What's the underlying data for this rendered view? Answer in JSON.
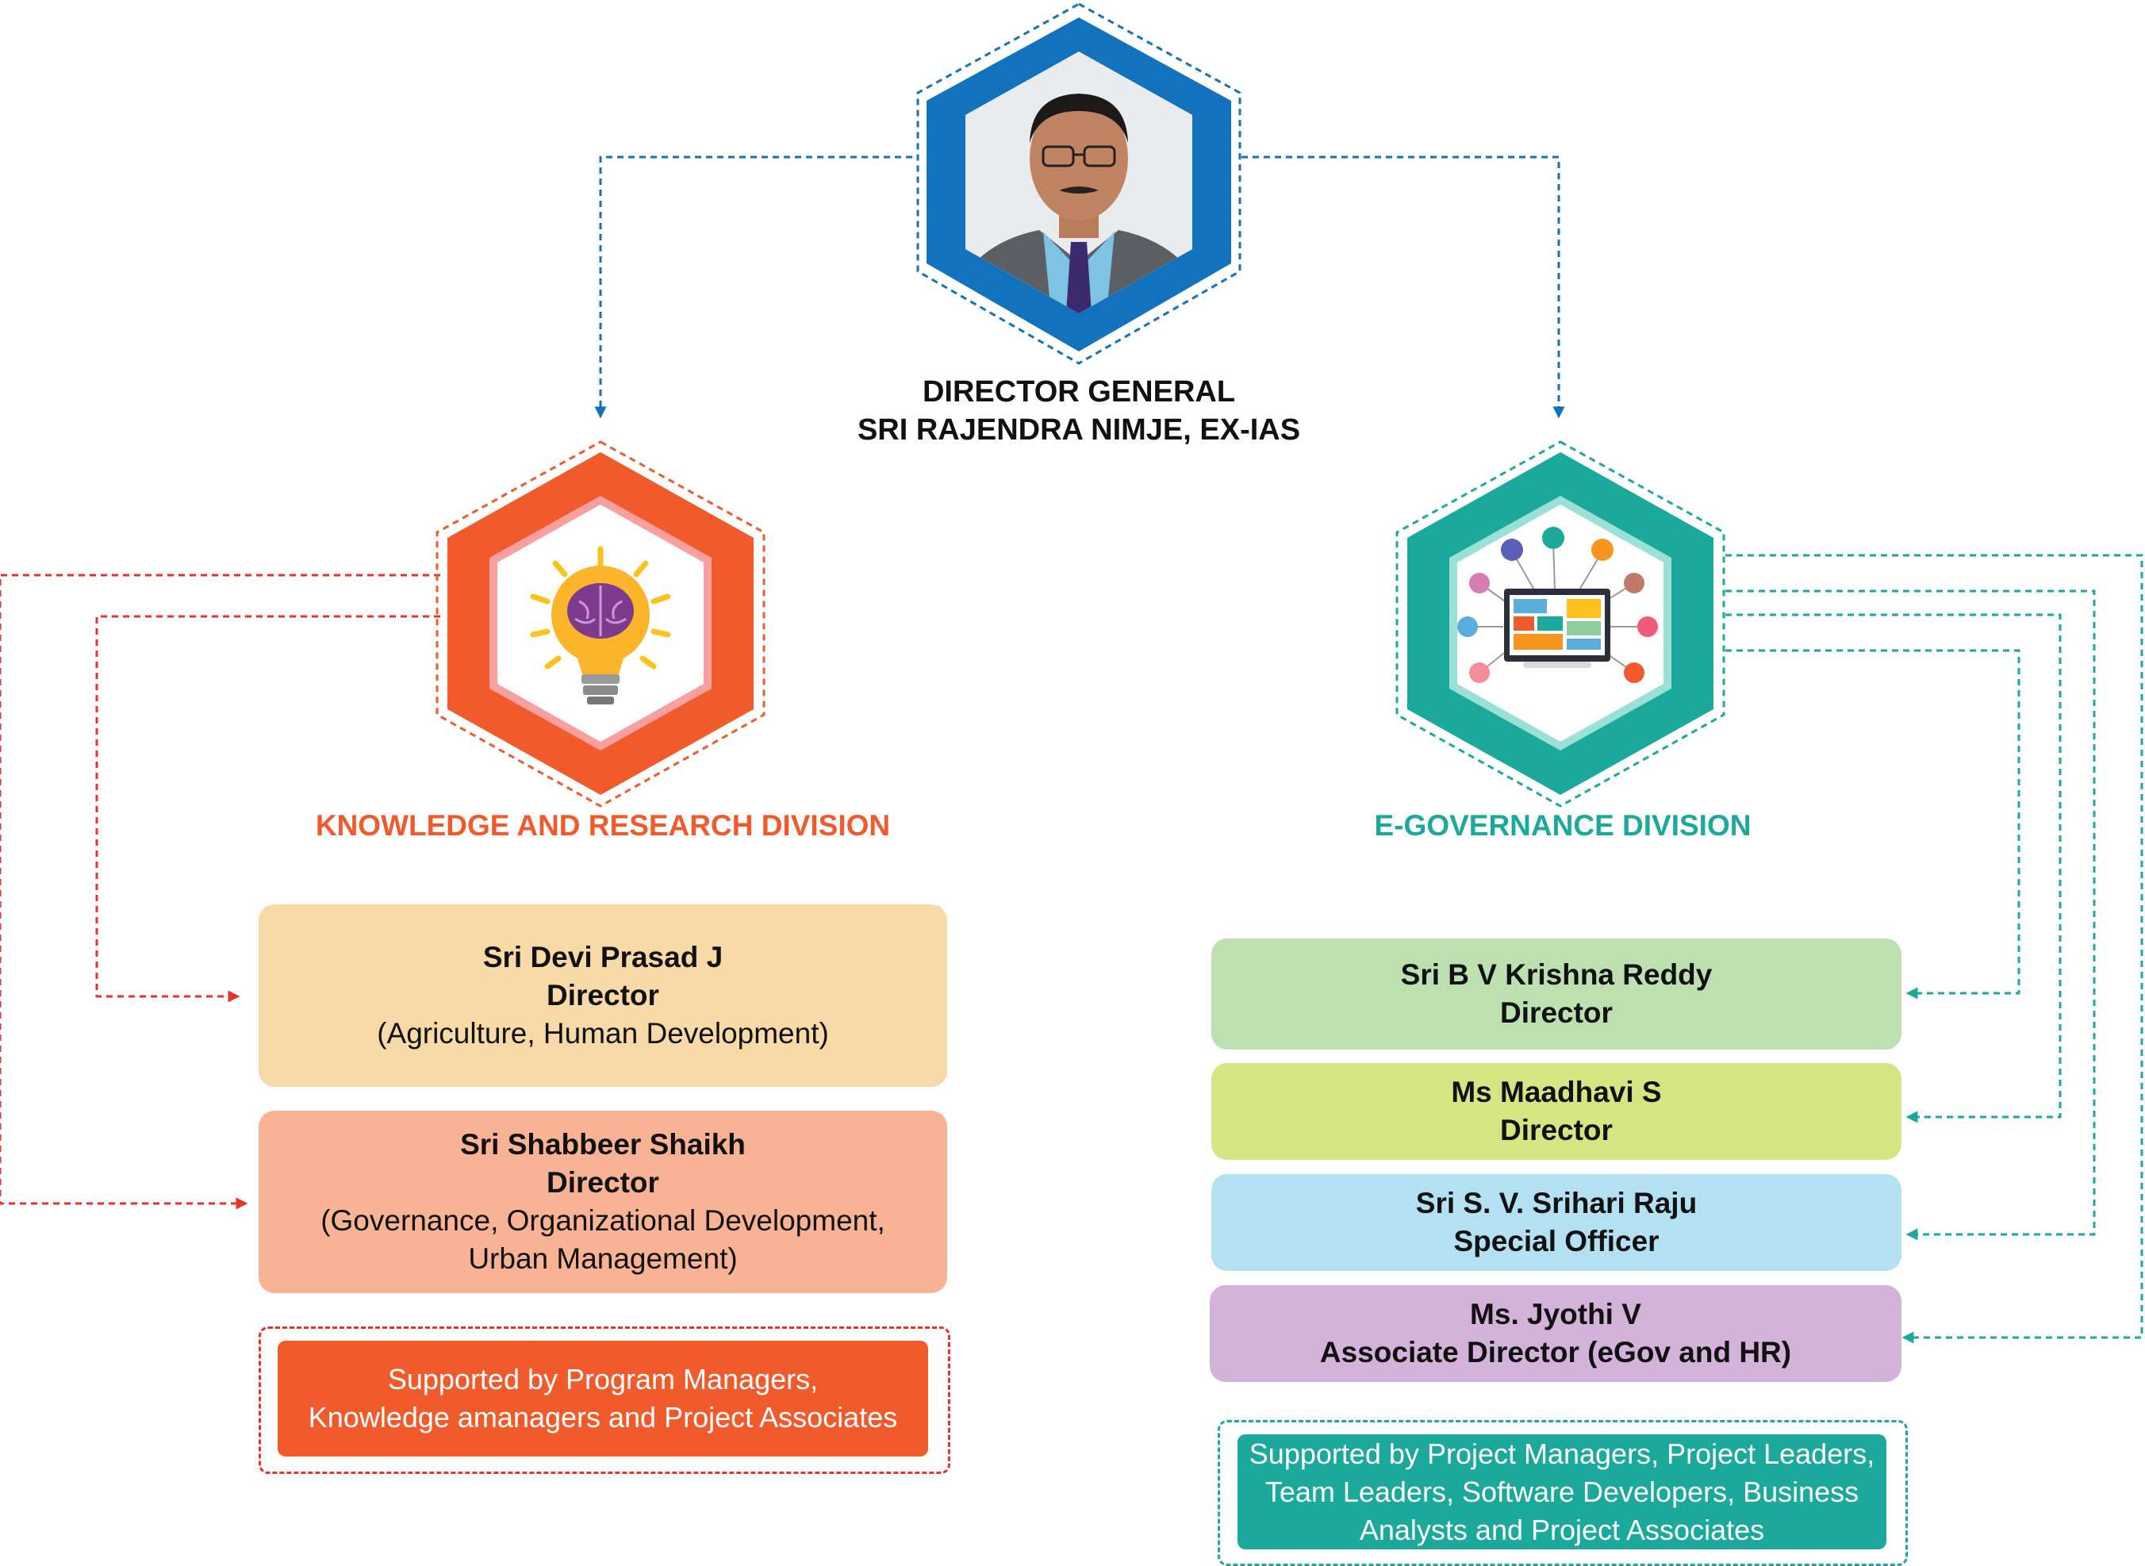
{
  "director_general": {
    "title": "DIRECTOR GENERAL",
    "name": "SRI RAJENDRA NIMJE, EX-IAS"
  },
  "divisions": {
    "knowledge": {
      "title": "KNOWLEDGE AND RESEARCH DIVISION",
      "color": "#f15a2b",
      "icon": "lightbulb-brain-icon",
      "members": [
        {
          "name": "Sri Devi Prasad J",
          "role": "Director",
          "desc": "(Agriculture, Human Development)",
          "color": "#f8daa8"
        },
        {
          "name": "Sri Shabbeer Shaikh",
          "role": "Director",
          "desc": "(Governance, Organizational Development,",
          "desc2": "Urban Management)",
          "color": "#f8b395"
        }
      ],
      "support": "Supported by Program Managers,",
      "support2": "Knowledge amanagers and Project Associates"
    },
    "egov": {
      "title": "E-GOVERNANCE DIVISION",
      "color": "#1aa99a",
      "icon": "computer-network-icon",
      "members": [
        {
          "name": "Sri B V Krishna Reddy",
          "role": "Director",
          "color": "#bde0b1"
        },
        {
          "name": "Ms Maadhavi S",
          "role": "Director",
          "color": "#d4e582"
        },
        {
          "name": "Sri S. V. Srihari Raju",
          "role": "Special Officer",
          "color": "#b3e1f1"
        },
        {
          "name": "Ms. Jyothi V",
          "role": "Associate Director (eGov and HR)",
          "color": "#d3b3d9"
        }
      ],
      "support": "Supported by Project Managers, Project Leaders,",
      "support2": "Team Leaders, Software Developers, Business",
      "support3": "Analysts and Project Associates"
    }
  },
  "colors": {
    "blue": "#1272be",
    "orange": "#f15a2b",
    "red_arrow": "#e8332a",
    "teal": "#1aa99a"
  }
}
